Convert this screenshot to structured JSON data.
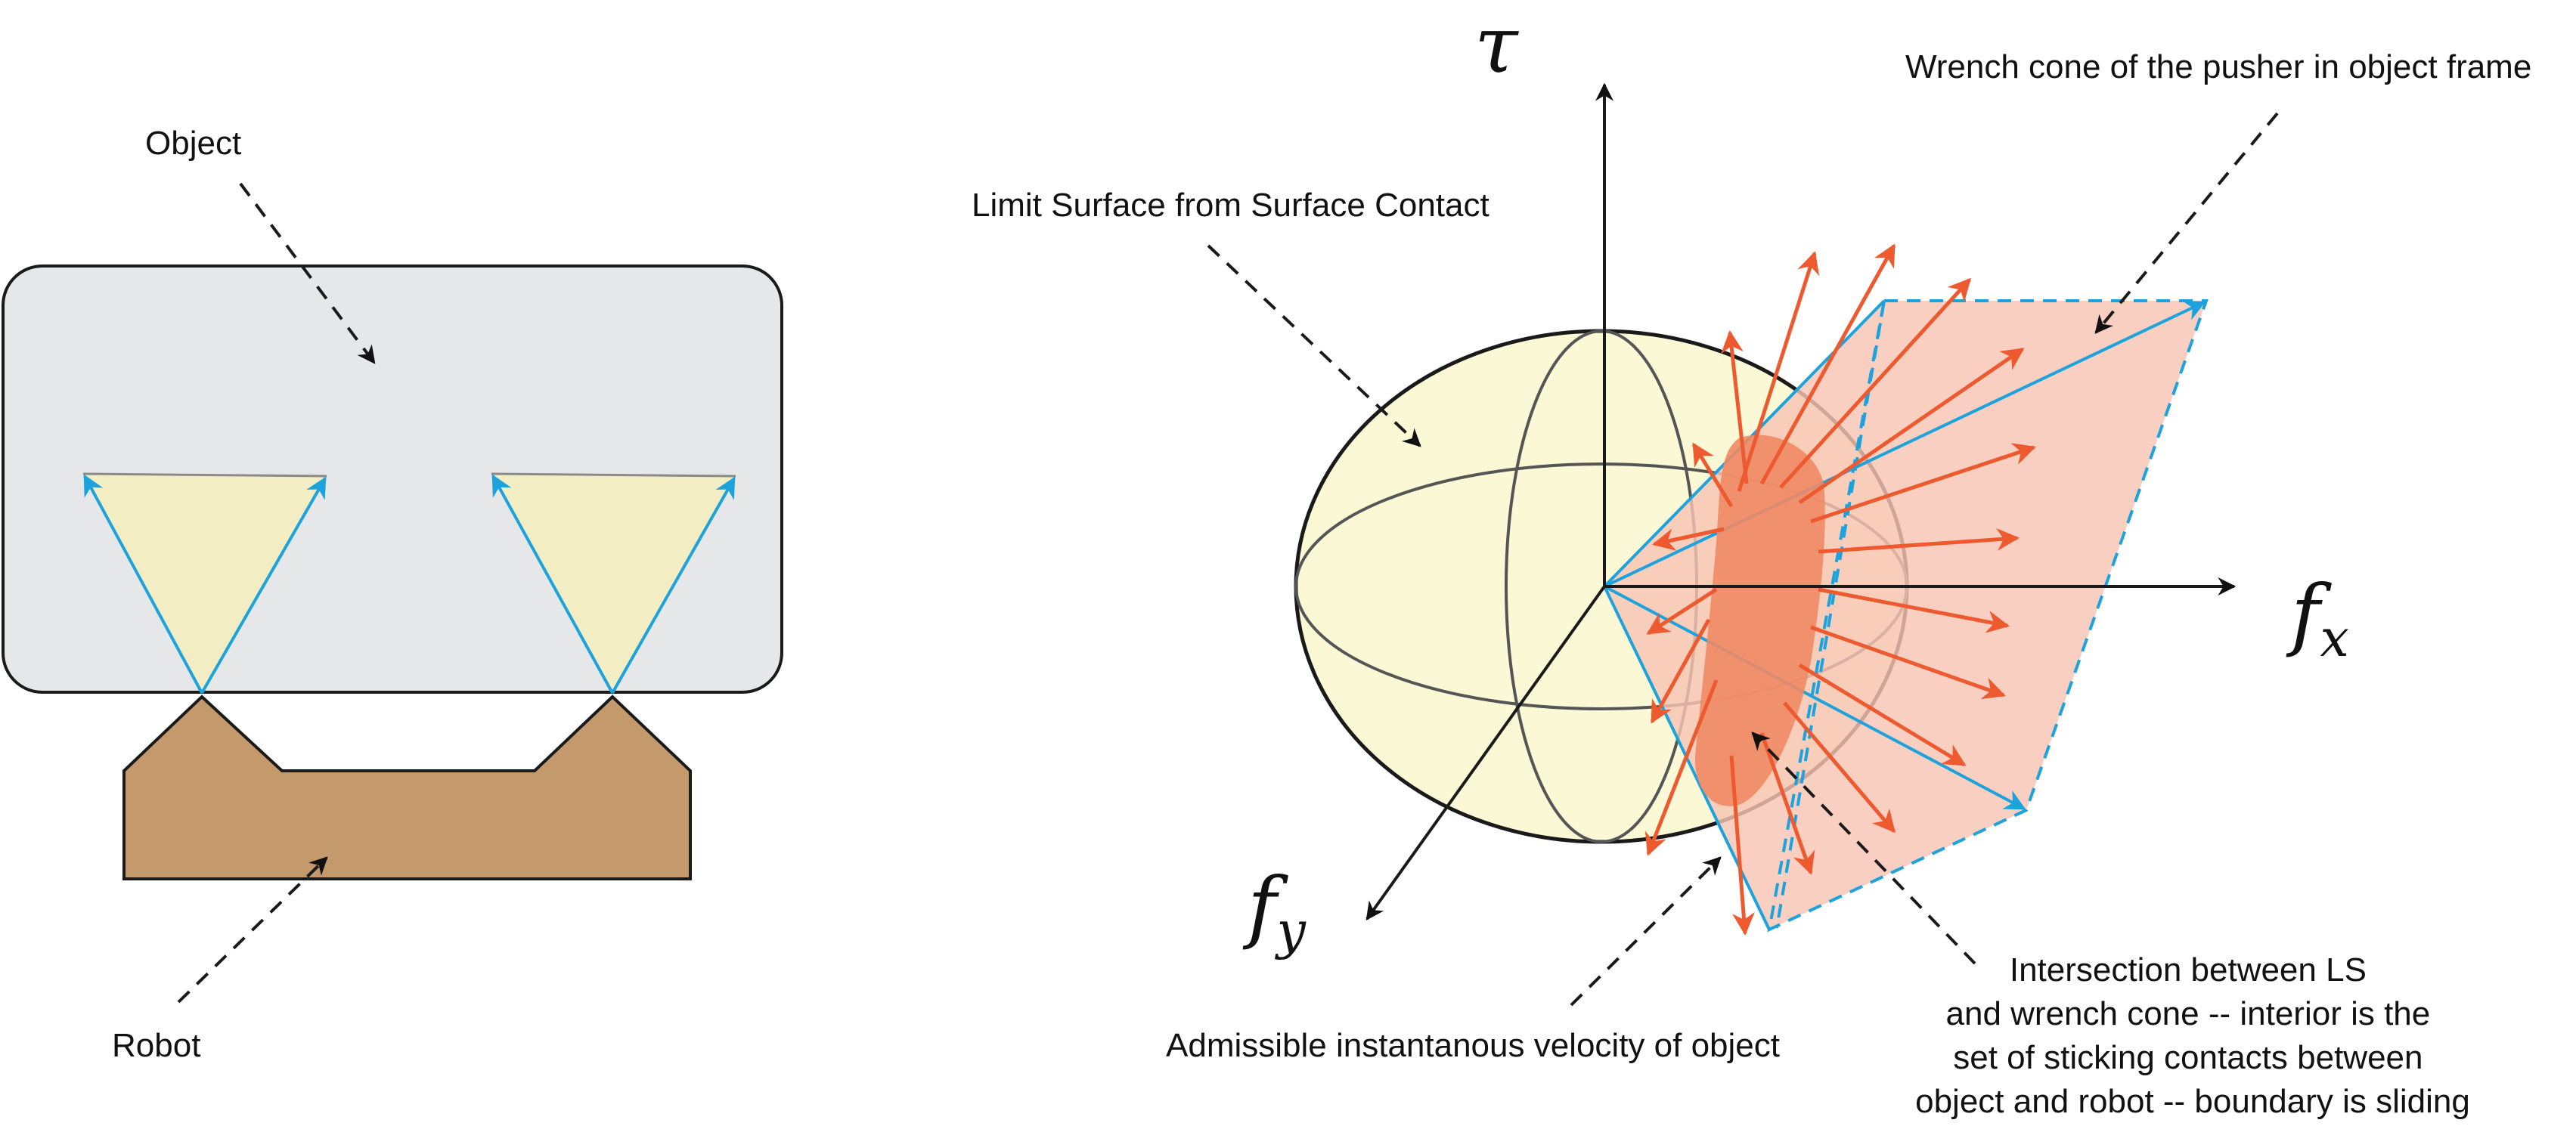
{
  "labels": {
    "object": "Object",
    "robot": "Robot",
    "limit_surface": "Limit Surface from Surface Contact",
    "wrench_cone": "Wrench cone of the pusher in object frame",
    "admissible_velocity": "Admissible instantanous velocity of object",
    "intersection": [
      "Intersection between LS",
      "and wrench cone -- interior is the",
      "set of sticking contacts between",
      "object and robot -- boundary is sliding"
    ]
  },
  "axes": {
    "tau": "τ",
    "fx_base": "f",
    "fx_sub": "x",
    "fy_base": "f",
    "fy_sub": "y"
  },
  "colors": {
    "object_fill": "#e6e7e9",
    "robot_fill": "#c49a6c",
    "cone_fill": "#f2edc2",
    "cone_edge": "#1ca3de",
    "ellipsoid_fill": "#fbf8d6",
    "wrench_fill": "#f7c4b3",
    "intersection_fill": "#f08a64",
    "arrow": "#ee5a2f"
  }
}
